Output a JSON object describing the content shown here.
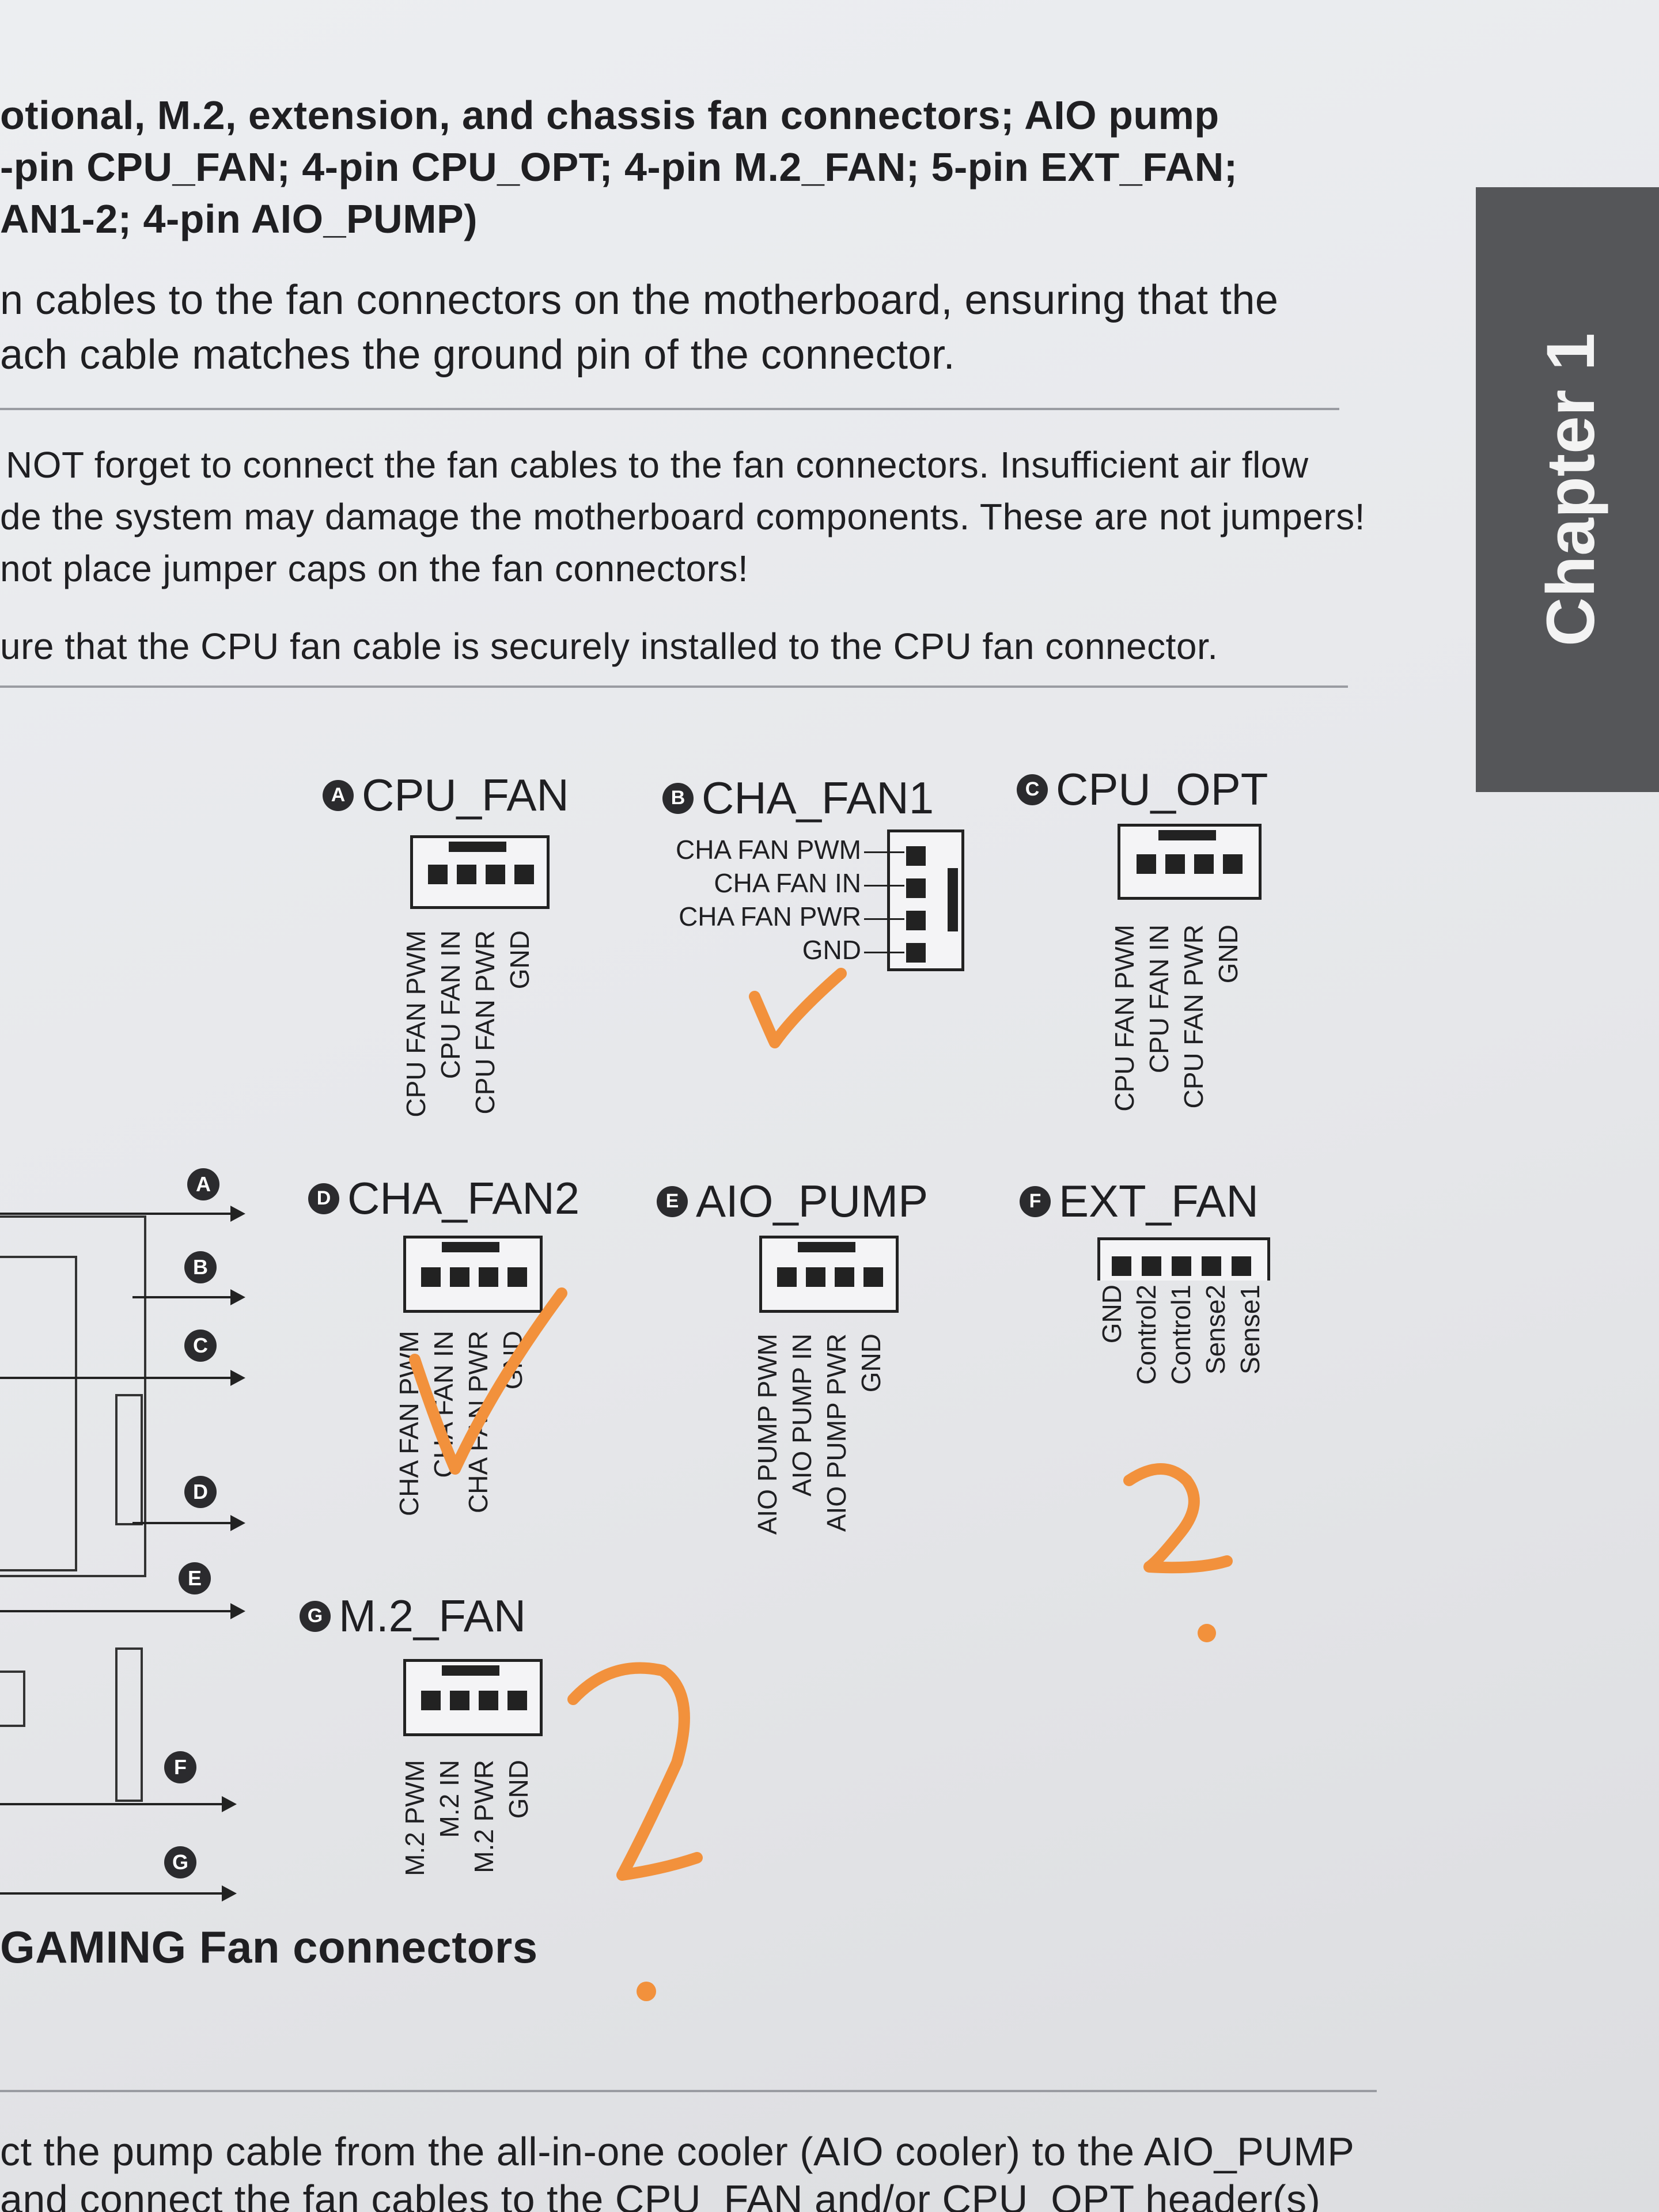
{
  "side_tab": "Chapter 1",
  "intro_lines": [
    "otional, M.2, extension, and chassis fan connectors; AIO pump",
    "-pin CPU_FAN; 4-pin CPU_OPT; 4-pin M.2_FAN; 5-pin EXT_FAN;",
    "AN1-2; 4-pin AIO_PUMP)",
    "n cables to the fan connectors on the motherboard, ensuring that the",
    "ach cable matches the ground pin of the connector."
  ],
  "warning_lines": [
    "NOT forget to connect the fan cables to the fan connectors. Insufficient air flow",
    "de the system may damage the motherboard components. These are not jumpers!",
    "not place jumper caps on the fan connectors!"
  ],
  "note_line": "ure that the CPU fan cable is securely installed to the CPU fan connector.",
  "connectors": {
    "a": {
      "badge": "A",
      "title": "CPU_FAN",
      "pins": [
        "CPU FAN PWM",
        "CPU FAN IN",
        "CPU FAN PWR",
        "GND"
      ]
    },
    "b": {
      "badge": "B",
      "title": "CHA_FAN1",
      "pins": [
        "CHA FAN PWM",
        "CHA FAN IN",
        "CHA FAN PWR",
        "GND"
      ]
    },
    "c": {
      "badge": "C",
      "title": "CPU_OPT",
      "pins": [
        "CPU FAN PWM",
        "CPU FAN IN",
        "CPU FAN PWR",
        "GND"
      ]
    },
    "d": {
      "badge": "D",
      "title": "CHA_FAN2",
      "pins": [
        "CHA FAN PWM",
        "CHA FAN IN",
        "CHA FAN PWR",
        "GND"
      ]
    },
    "e": {
      "badge": "E",
      "title": "AIO_PUMP",
      "pins": [
        "AIO PUMP PWM",
        "AIO PUMP IN",
        "AIO PUMP PWR",
        "GND"
      ]
    },
    "f": {
      "badge": "F",
      "title": "EXT_FAN",
      "pins": [
        "GND",
        "Control2",
        "Control1",
        "Sense2",
        "Sense1"
      ]
    },
    "g": {
      "badge": "G",
      "title": "M.2_FAN",
      "pins": [
        "M.2 PWM",
        "M.2 IN",
        "M.2 PWR",
        "GND"
      ]
    }
  },
  "side_markers": [
    "A",
    "B",
    "C",
    "D",
    "E",
    "F",
    "G"
  ],
  "figure_caption": "GAMING Fan connectors",
  "bottom_lines": [
    "ct the pump cable from the all-in-one cooler (AIO cooler) to the AIO_PUMP",
    " and connect the fan cables to the CPU_FAN and/or CPU_OPT header(s)"
  ],
  "handwriting": {
    "color": "#f2913c",
    "marks": [
      "checkmark",
      "checkmark",
      "2?",
      "2."
    ]
  }
}
